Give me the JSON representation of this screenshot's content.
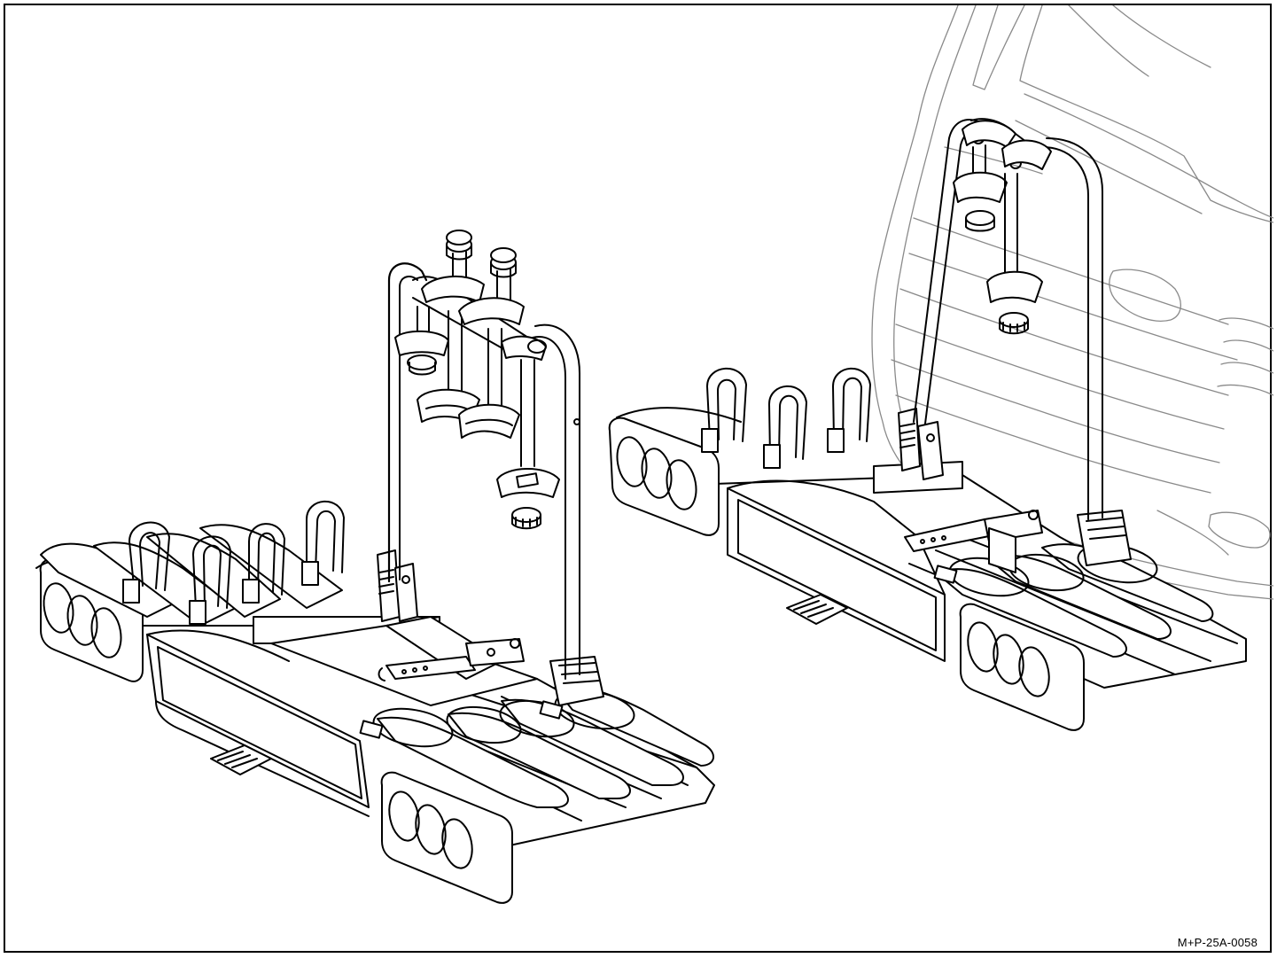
{
  "figure": {
    "reference_code": "M+P-25A-0058"
  },
  "colors": {
    "line": "#000000",
    "car_line": "#8a8a8a",
    "fill": "#ffffff",
    "shade": "#e6e6e6"
  },
  "icons": [
    "bike-carrier-folded-upright",
    "bike-carrier-mounted-on-car",
    "car-rear-outline"
  ]
}
